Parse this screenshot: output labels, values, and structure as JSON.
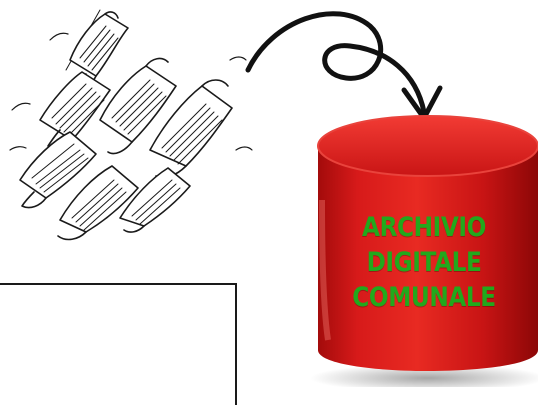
{
  "illustration": {
    "papers_icon": "flying-papers-sketch",
    "arrow_icon": "curved-arrow",
    "database_icon": "red-cylinder"
  },
  "database": {
    "label_lines": [
      "ARCHIVIO",
      "DIGITALE",
      "COMUNALE"
    ],
    "body_color": "#c81414",
    "label_color": "#22a81c"
  }
}
